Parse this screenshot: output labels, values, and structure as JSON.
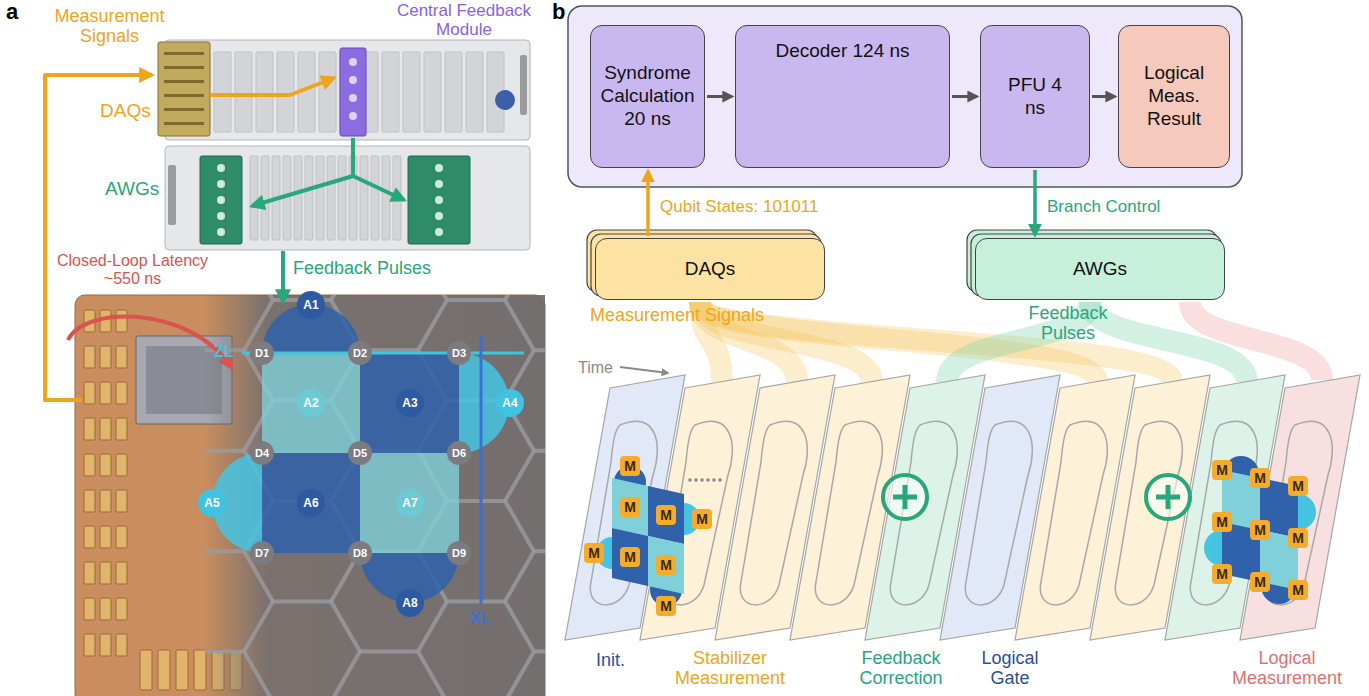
{
  "diagram": {
    "nodes": [
      {
        "text": [
          "A1"
        ]
      },
      {
        "text": [
          "D1"
        ]
      },
      {
        "text": [
          "D2"
        ]
      },
      {
        "text": [
          "D3"
        ]
      },
      {
        "text": [
          "A2"
        ]
      },
      {
        "text": [
          "A3"
        ]
      },
      {
        "text": [
          "A4"
        ]
      },
      {
        "text": [
          "D4"
        ]
      },
      {
        "text": [
          "D5"
        ]
      },
      {
        "text": [
          "D6"
        ]
      },
      {
        "text": [
          "A5"
        ]
      },
      {
        "text": [
          "A6"
        ]
      },
      {
        "text": [
          "A7"
        ]
      },
      {
        "text": [
          "D7"
        ]
      },
      {
        "text": [
          "D8"
        ]
      },
      {
        "text": [
          "D9"
        ]
      },
      {
        "text": [
          "A8"
        ]
      },
      {
        "text": [
          "Syndrome Calculation 20 ns"
        ]
      },
      {
        "text": [
          "Decoder 124 ns"
        ]
      },
      {
        "text": [
          "PFU 4 ns"
        ]
      },
      {
        "text": [
          "Logical Meas. Result"
        ]
      },
      {
        "text": [
          "DAQs"
        ]
      },
      {
        "text": [
          "AWGs"
        ]
      }
    ],
    "edges": [
      {
        "from": 17,
        "to": 18,
        "arrow": "to"
      },
      {
        "from": 18,
        "to": 19,
        "arrow": "to"
      },
      {
        "from": 19,
        "to": 20,
        "arrow": "to"
      },
      {
        "from": 21,
        "to": 17,
        "arrow": "to",
        "label": "Qubit States: 101011"
      },
      {
        "from": 19,
        "to": 22,
        "arrow": "to",
        "label": "Branch Control"
      }
    ],
    "labels": [
      "a",
      "Measurement Signals",
      "Central Feedback Module",
      "DAQs",
      "AWGs",
      "Closed-Loop Latency ~550 ns",
      "Feedback Pulses",
      "ZL",
      "XL",
      "b",
      "Measurement Signals",
      "Feedback Pulses",
      "Time",
      "M",
      "M",
      "M",
      "M",
      "M",
      "M",
      "M",
      "M",
      "M",
      "M",
      "M",
      "M",
      "M",
      "M",
      "M",
      "M",
      "M",
      "Init.",
      "Stabilizer Measurement",
      "Feedback Correction",
      "Logical Gate",
      "Logical Measurement"
    ]
  }
}
